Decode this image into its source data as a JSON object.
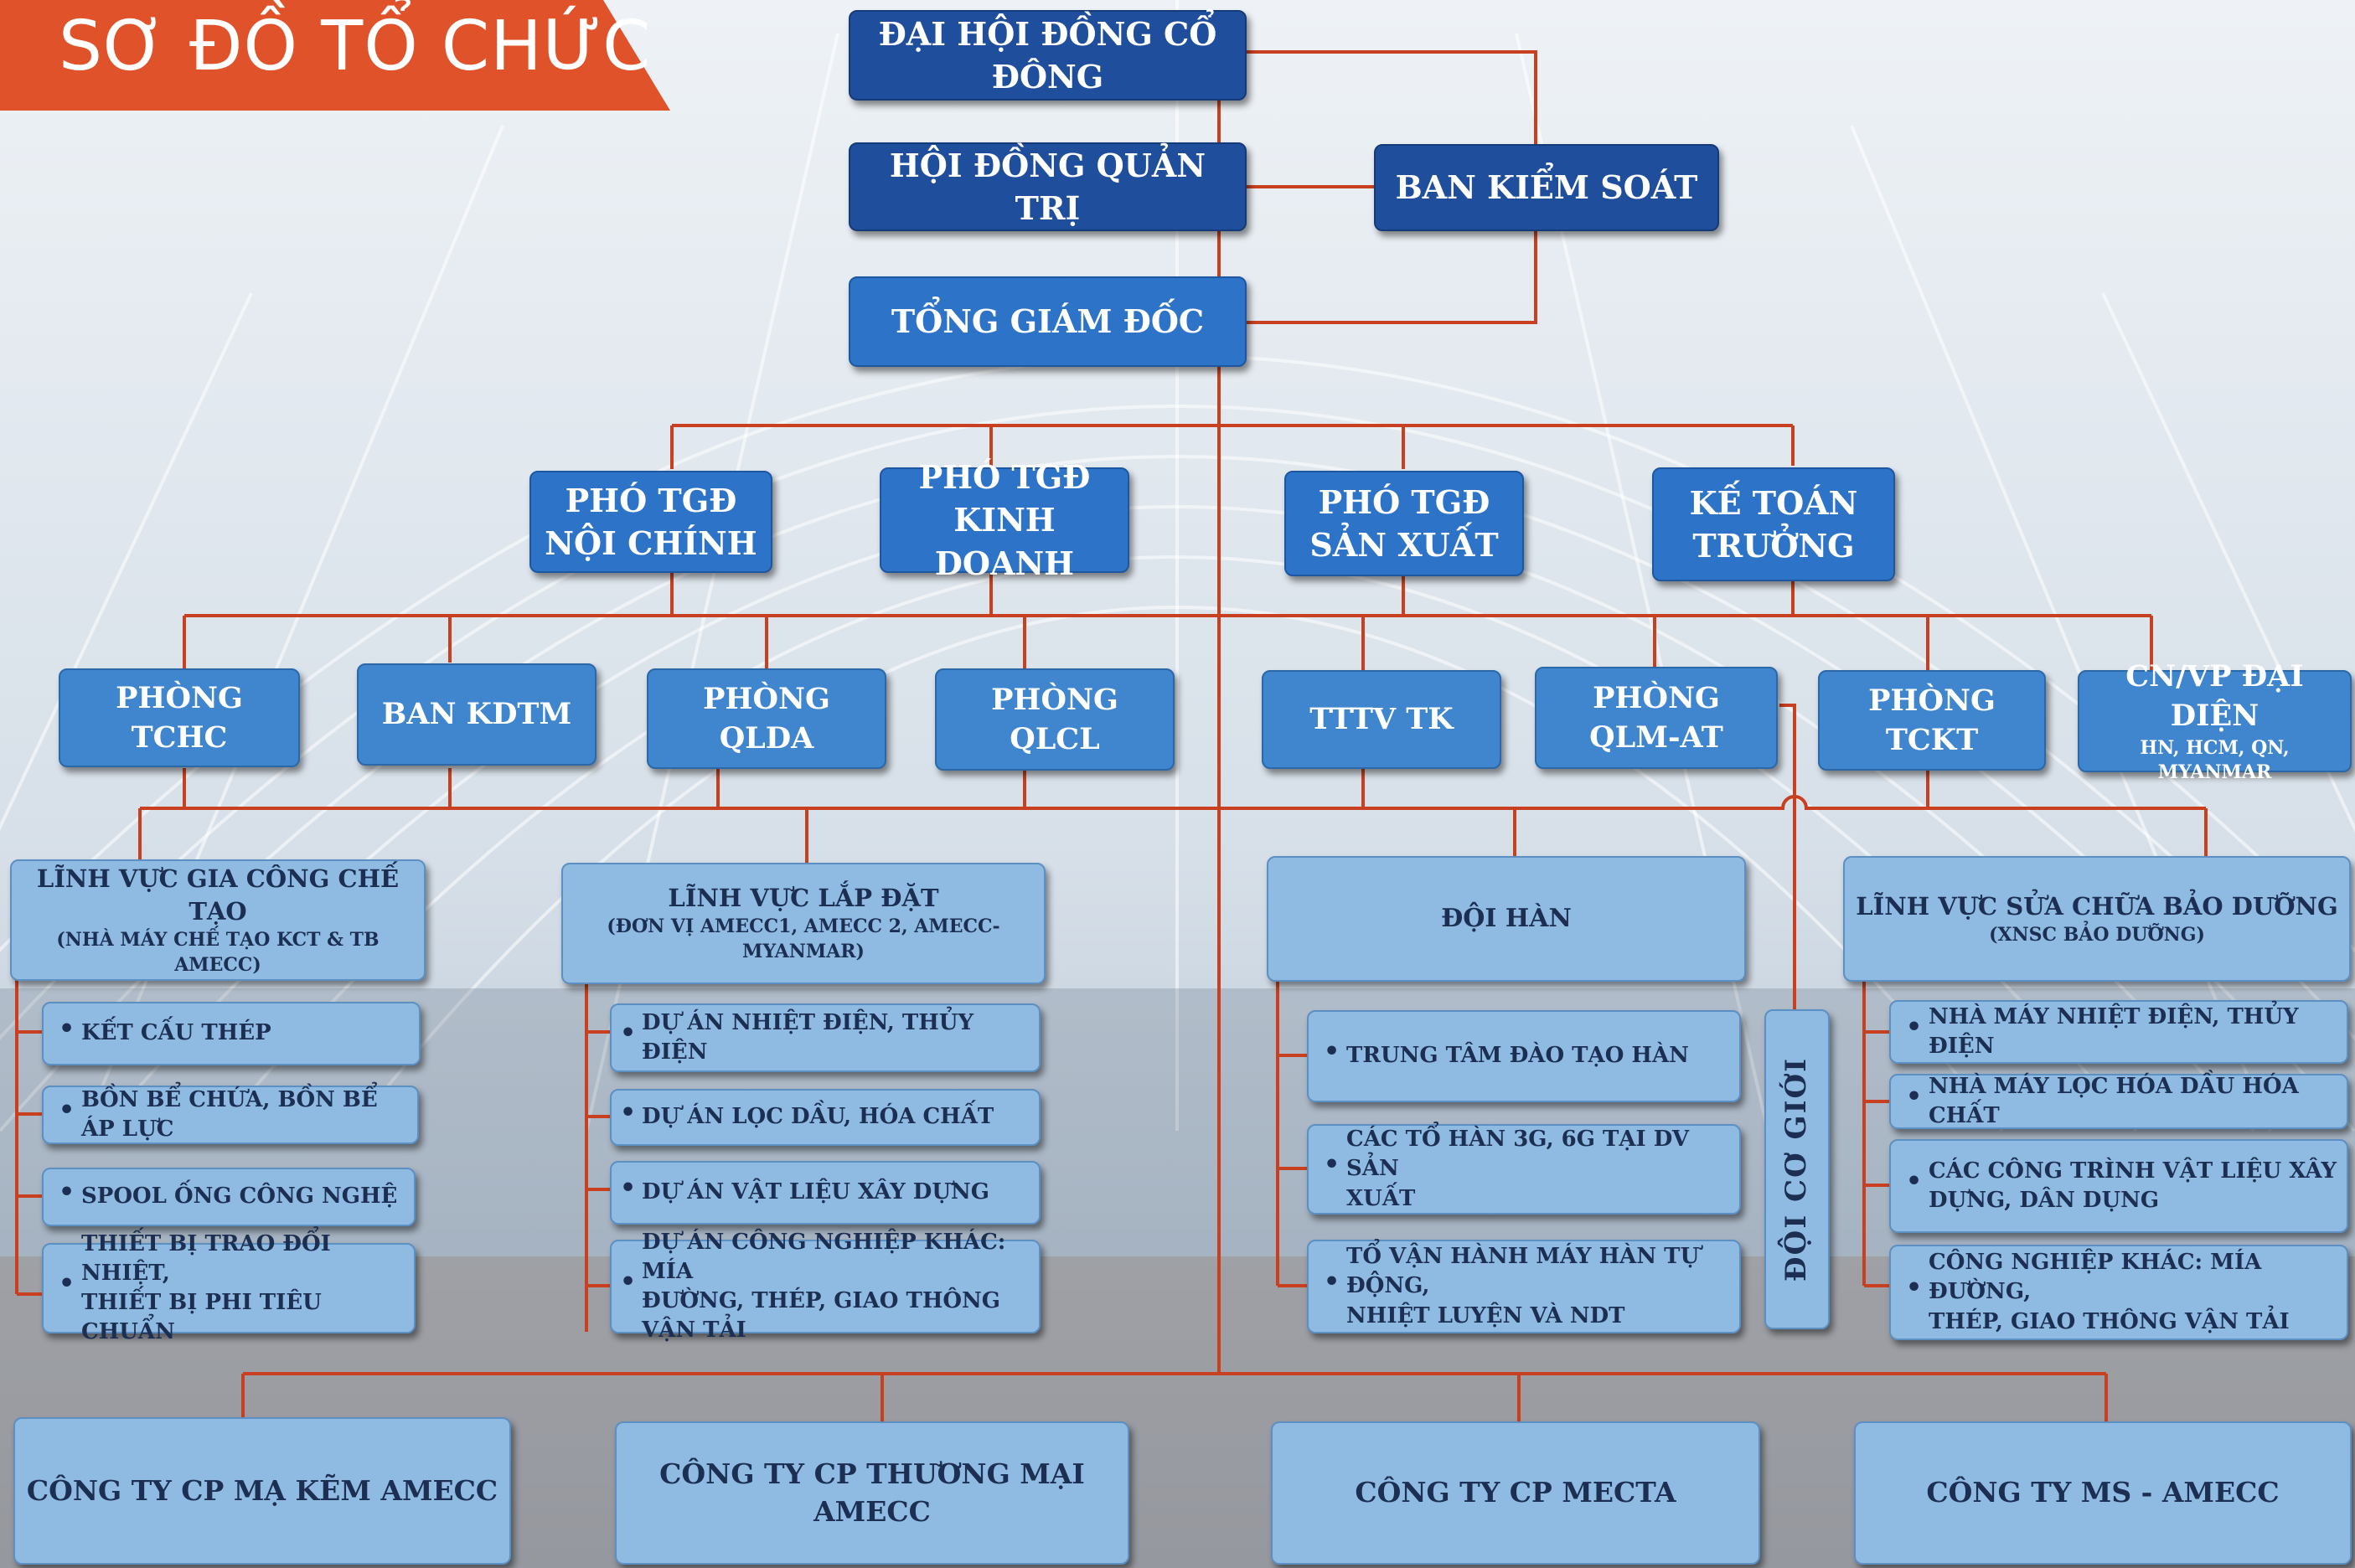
{
  "title": "SƠ ĐỒ TỔ CHỨC",
  "colors": {
    "banner": "#e0532a",
    "navy": "#1f4f9c",
    "royal": "#2d74c8",
    "light": "#8fbbe3",
    "connector": "#c8401f"
  },
  "top": {
    "dhdcd": "ĐẠI HỘI ĐỒNG CỔ ĐÔNG",
    "hdqt": "HỘI ĐỒNG QUẢN TRỊ",
    "bks": "BAN KIỂM SOÁT",
    "tgd": "TỔNG GIÁM ĐỐC"
  },
  "deputies": [
    {
      "l1": "PHÓ TGĐ",
      "l2": "NỘI CHÍNH"
    },
    {
      "l1": "PHÓ TGĐ",
      "l2": "KINH DOANH"
    },
    {
      "l1": "PHÓ TGĐ",
      "l2": "SẢN XUẤT"
    },
    {
      "l1": "KẾ TOÁN",
      "l2": "TRƯỞNG"
    }
  ],
  "departments": [
    {
      "l1": "PHÒNG TCHC"
    },
    {
      "l1": "BAN KDTM"
    },
    {
      "l1": "PHÒNG QLDA"
    },
    {
      "l1": "PHÒNG QLCL"
    },
    {
      "l1": "TTTV TK"
    },
    {
      "l1": "PHÒNG",
      "l2": "QLM-AT"
    },
    {
      "l1": "PHÒNG TCKT"
    },
    {
      "l1": "CN/VP ĐẠI DIỆN",
      "l2": "HN, HCM, QN, MYANMAR"
    }
  ],
  "fields": {
    "fabrication": {
      "title": "LĨNH VỰC GIA CÔNG CHẾ TẠO",
      "subtitle": "(NHÀ MÁY CHẾ TẠO KCT  & TB AMECC)",
      "items": [
        "KẾT CẤU THÉP",
        "BỒN BỂ CHỨA, BỒN BỂ ÁP LỰC",
        "SPOOL ỐNG CÔNG NGHỆ",
        "THIẾT BỊ TRAO ĐỔI NHIỆT,\nTHIẾT BỊ PHI TIÊU CHUẨN"
      ]
    },
    "installation": {
      "title": "LĨNH VỰC LẮP ĐẶT",
      "subtitle": "(ĐƠN VỊ AMECC1, AMECC 2, AMECC-MYANMAR)",
      "items": [
        "DỰ ÁN NHIỆT ĐIỆN, THỦY ĐIỆN",
        "DỰ ÁN LỌC DẦU, HÓA CHẤT",
        "DỰ ÁN VẬT LIỆU XÂY DỰNG",
        "DỰ ÁN CÔNG NGHIỆP KHÁC: MÍA\nĐƯỜNG, THÉP, GIAO THÔNG VẬN TẢI"
      ]
    },
    "welding": {
      "title": "ĐỘI HÀN",
      "items": [
        "TRUNG TÂM ĐÀO TẠO HÀN",
        "CÁC TỔ HÀN 3G, 6G TẠI DV SẢN\nXUẤT",
        "TỔ VẬN HÀNH MÁY HÀN TỰ ĐỘNG,\nNHIỆT LUYỆN VÀ NDT"
      ]
    },
    "machinery": "ĐỘI CƠ GIỚI",
    "maintenance": {
      "title": "LĨNH VỰC SỬA CHỮA BẢO DƯỠNG",
      "subtitle": "(XNSC BẢO DƯỠNG)",
      "items": [
        "NHÀ MÁY NHIỆT ĐIỆN, THỦY ĐIỆN",
        "NHÀ MÁY LỌC HÓA DẦU HÓA CHẤT",
        "CÁC CÔNG TRÌNH VẬT LIỆU XÂY\nDỰNG, DÂN DỤNG",
        "CÔNG NGHIỆP KHÁC: MÍA ĐƯỜNG,\nTHÉP, GIAO THÔNG VẬN TẢI"
      ]
    }
  },
  "subsidiaries": [
    "CÔNG TY CP MẠ KẼM AMECC",
    "CÔNG TY CP THƯƠNG MẠI AMECC",
    "CÔNG TY CP MECTA",
    "CÔNG TY MS - AMECC"
  ]
}
